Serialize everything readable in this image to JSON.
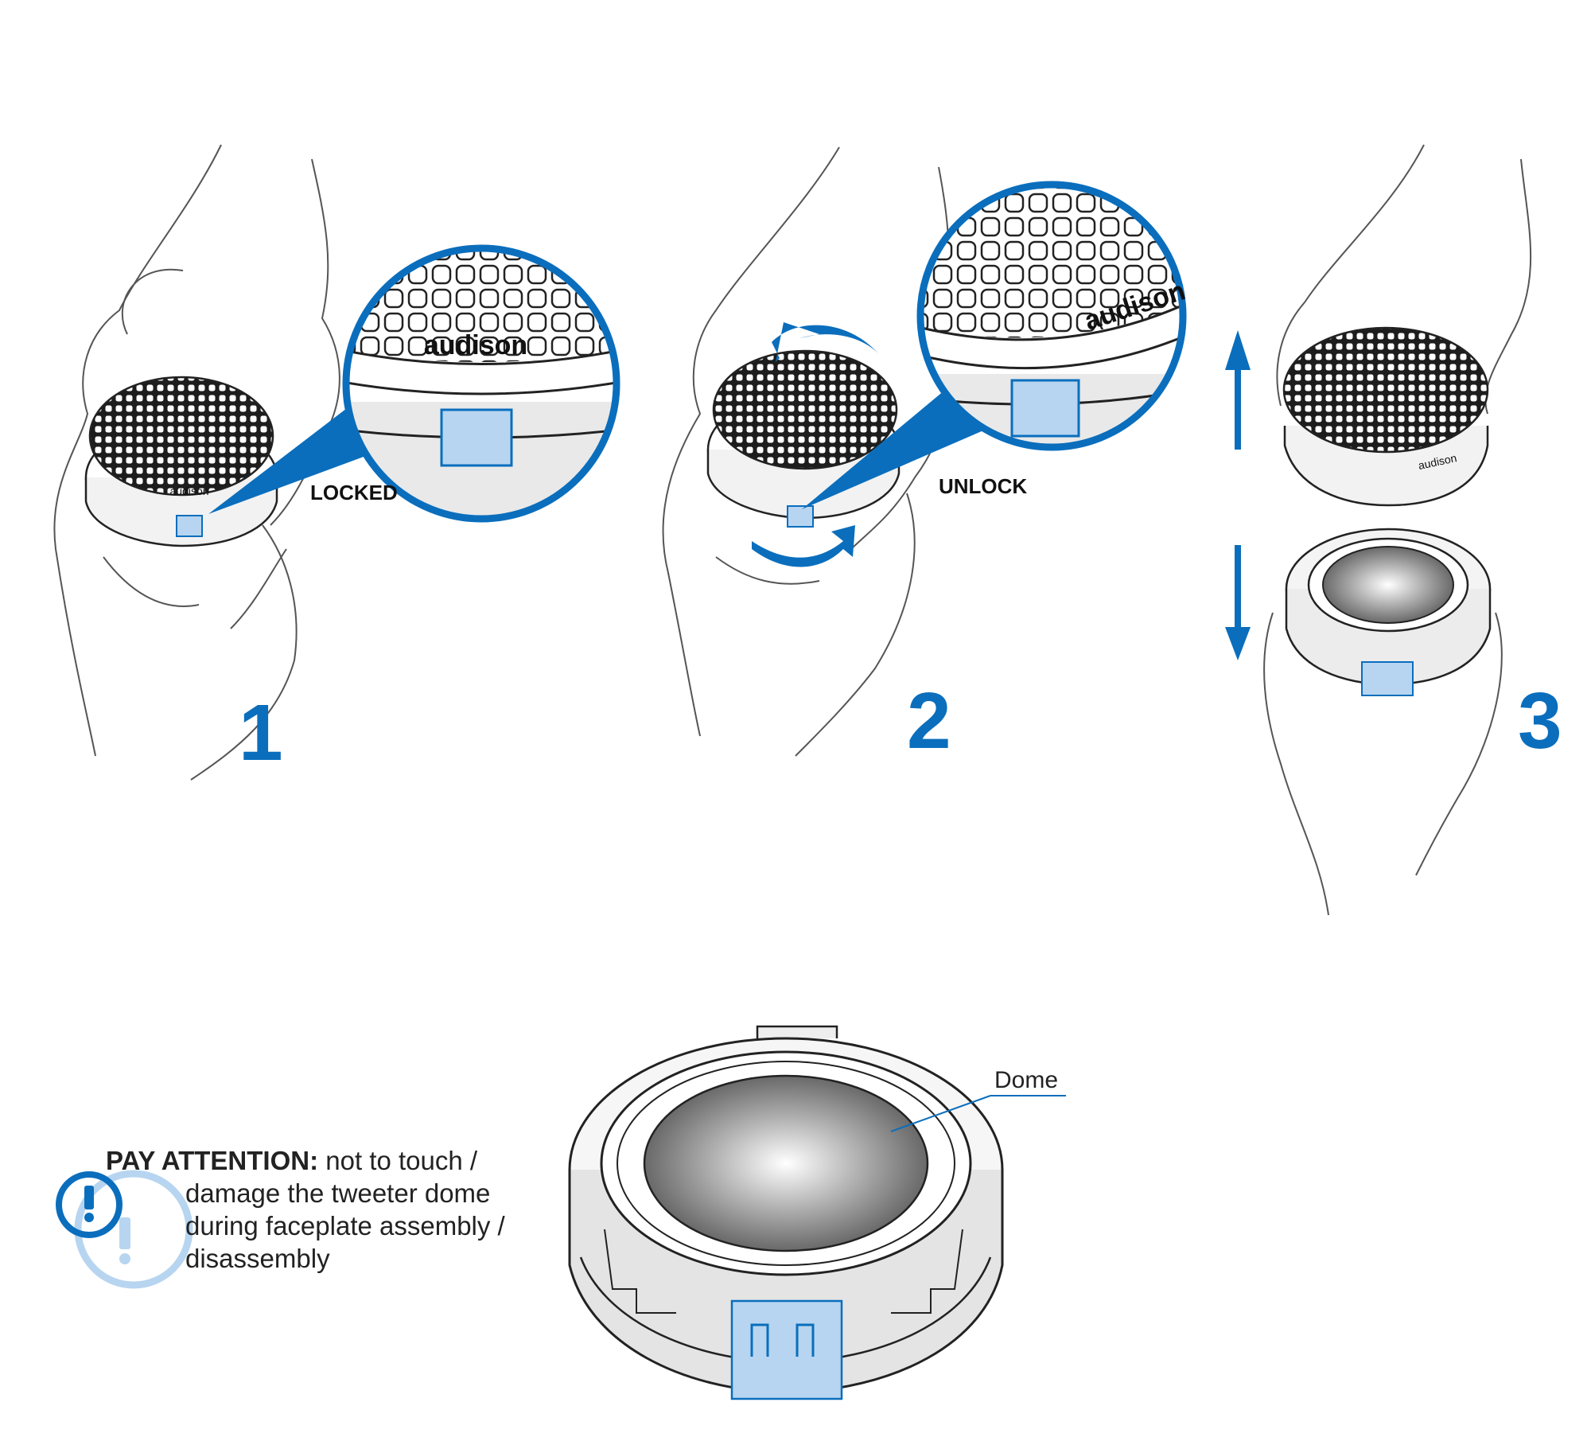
{
  "steps": [
    {
      "number": "1",
      "status_label": "LOCKED"
    },
    {
      "number": "2",
      "status_label": "UNLOCK"
    },
    {
      "number": "3"
    }
  ],
  "brand_text": "audison",
  "callouts": {
    "dome_label": "Dome"
  },
  "warning": {
    "icon": "warning-exclamation-icon",
    "title": "PAY ATTENTION:",
    "lines": [
      "not to touch /",
      "damage the tweeter dome",
      "during faceplate assembly /",
      "disassembly"
    ]
  },
  "colors": {
    "accent": "#0a6ebd",
    "tab_fill": "#b7d5f0",
    "line": "#222222"
  }
}
